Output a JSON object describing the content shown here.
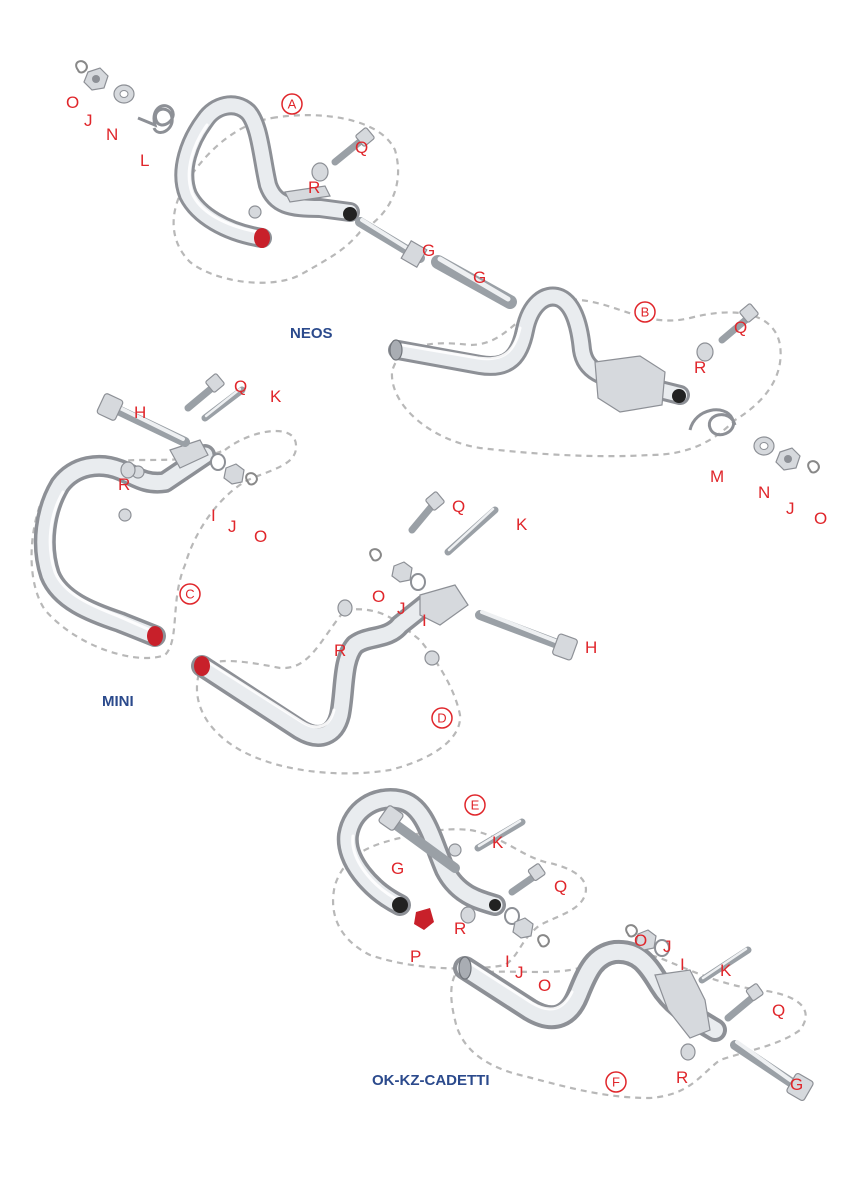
{
  "colors": {
    "part_letter": "#e0262b",
    "section_title": "#2b4a8c",
    "cap": "#c8202a",
    "dashed_outline": "#b8b8b8"
  },
  "sections": {
    "neos": {
      "title": "NEOS"
    },
    "mini": {
      "title": "MINI"
    },
    "ok": {
      "title": "OK-KZ-CADETTI"
    }
  },
  "circled_labels": {
    "A": "A",
    "B": "B",
    "C": "C",
    "D": "D",
    "E": "E",
    "F": "F"
  },
  "labels": {
    "neos": {
      "o1": "O",
      "j1": "J",
      "n1": "N",
      "l1": "L",
      "q1": "Q",
      "r1": "R",
      "g1": "G",
      "g2": "G",
      "q2": "Q",
      "r2": "R",
      "m1": "M",
      "n2": "N",
      "j2": "J",
      "o2": "O"
    },
    "mini": {
      "h1": "H",
      "q1": "Q",
      "k1": "K",
      "r1": "R",
      "i1": "I",
      "j1": "J",
      "o1": "O",
      "q2": "Q",
      "k2": "K",
      "o2": "O",
      "j2": "J",
      "i2": "I",
      "r2": "R",
      "h2": "H"
    },
    "ok": {
      "k1": "K",
      "g1": "G",
      "q1": "Q",
      "r1": "R",
      "p1": "P",
      "i1": "I",
      "j1": "J",
      "o1": "O",
      "o2": "O",
      "j2": "J",
      "i2": "I",
      "k2": "K",
      "q2": "Q",
      "r2": "R",
      "g2": "G"
    }
  }
}
